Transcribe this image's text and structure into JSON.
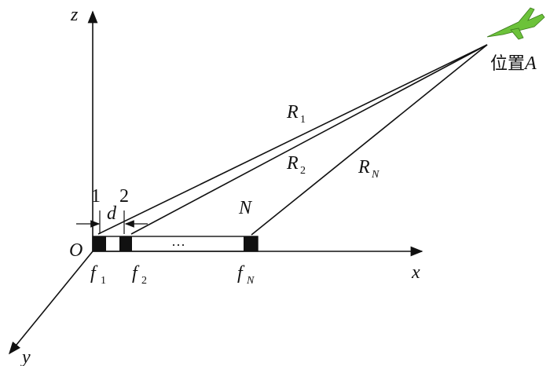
{
  "labels": {
    "z": "z",
    "x": "x",
    "y": "y",
    "origin": "O",
    "position": "位置",
    "position_letter": "A",
    "R": "R",
    "R1_sub": "1",
    "R2_sub": "2",
    "RN_sub": "N",
    "N": "N",
    "elem1": "1",
    "elem2": "2",
    "d": "d",
    "f": "f",
    "f1_sub": "1",
    "f2_sub": "2",
    "fN_sub": "N",
    "ellipsis": "···"
  },
  "colors": {
    "line": "#111111",
    "aircraft": "#6cc23a"
  }
}
